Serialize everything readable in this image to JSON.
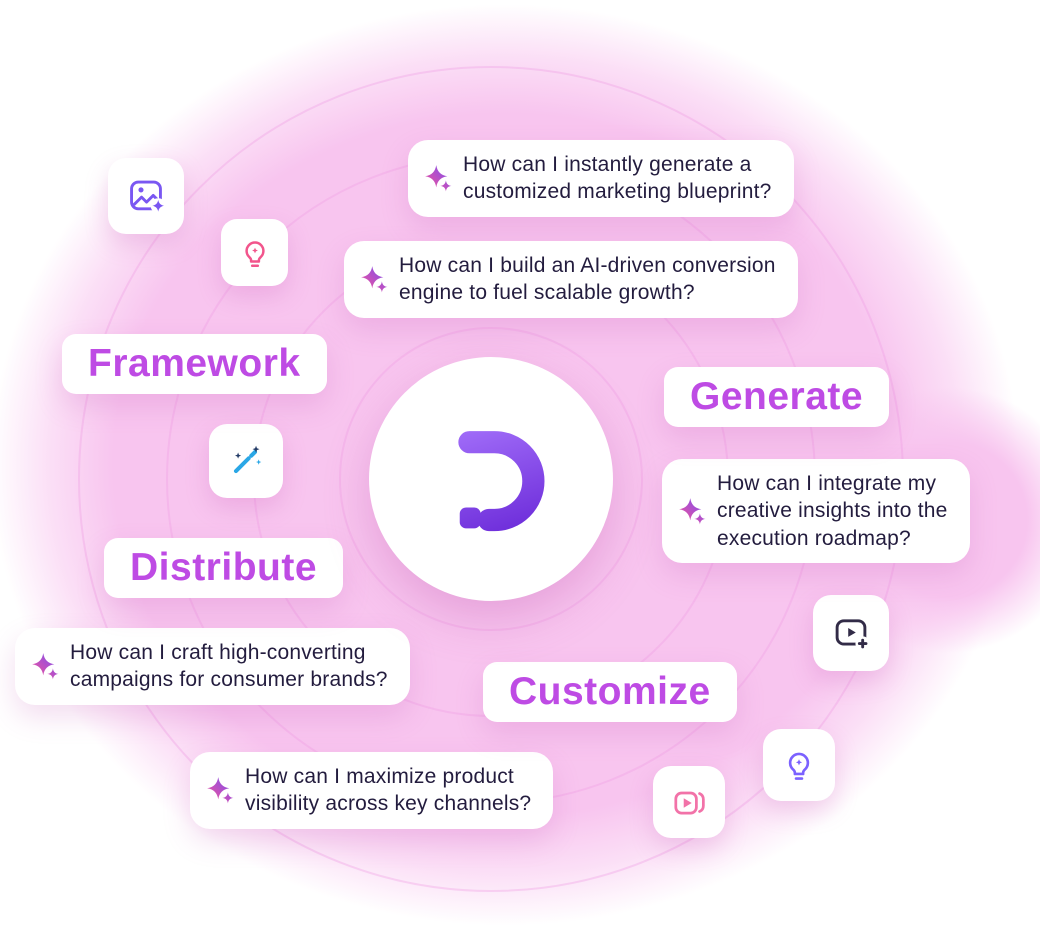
{
  "scene": {
    "background_glow_color": "#F8C5EF",
    "accent_purple": "#BE4BE4",
    "bubble_text_color": "#231C3E"
  },
  "logo": {
    "name": "brand-d-logo",
    "gradient": [
      "#A06CF8",
      "#6C2BD9"
    ]
  },
  "labels": {
    "framework": "Framework",
    "generate": "Generate",
    "distribute": "Distribute",
    "customize": "Customize"
  },
  "bubbles": [
    {
      "icon": "sparkle-icon",
      "text": "How can I instantly generate a\ncustomized marketing blueprint?"
    },
    {
      "icon": "sparkle-icon",
      "text": "How can I build an AI-driven conversion\nengine to fuel scalable growth?"
    },
    {
      "icon": "sparkle-icon",
      "text": "How can I integrate my\ncreative insights into the\nexecution roadmap?"
    },
    {
      "icon": "sparkle-icon",
      "text": "How can I craft high-converting\ncampaigns for consumer brands?"
    },
    {
      "icon": "sparkle-icon",
      "text": "How can I maximize product\nvisibility across key channels?"
    }
  ],
  "icon_tiles": [
    {
      "name": "image-sparkle-icon",
      "color": "#7A57F2"
    },
    {
      "name": "lightbulb-idea-icon",
      "color": "#F2558C"
    },
    {
      "name": "magic-wand-icon",
      "color": "#2AA7E6"
    },
    {
      "name": "video-play-add-icon",
      "color": "#322B47"
    },
    {
      "name": "lightbulb-idea-icon",
      "color": "#7B61FF"
    },
    {
      "name": "video-clips-icon",
      "color": "#F272A8"
    }
  ],
  "sparkle_gradient": [
    "#F4549B",
    "#7C4DF0"
  ]
}
